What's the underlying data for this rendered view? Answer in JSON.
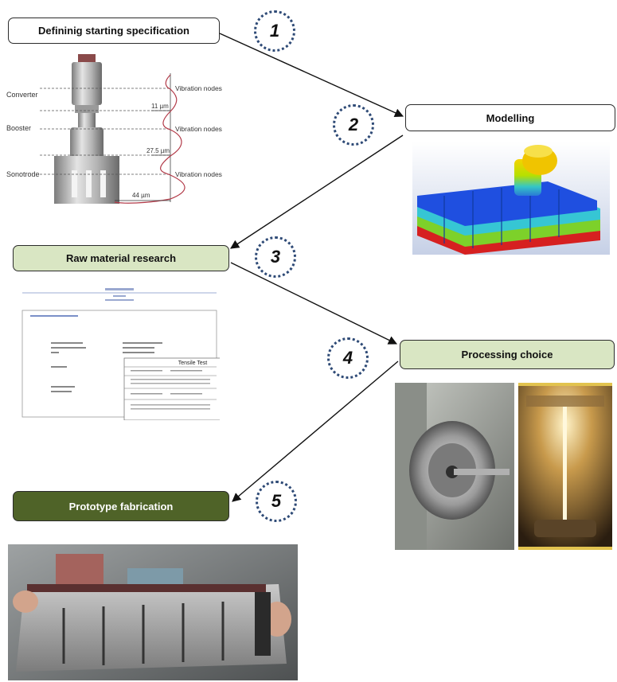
{
  "steps": [
    {
      "num": "1",
      "label": "Defininig starting specification"
    },
    {
      "num": "2",
      "label": "Modelling"
    },
    {
      "num": "3",
      "label": "Raw material research"
    },
    {
      "num": "4",
      "label": "Processing choice"
    },
    {
      "num": "5",
      "label": "Prototype fabrication"
    }
  ],
  "horn_diagram": {
    "parts": [
      "Converter",
      "Booster",
      "Sonotrode"
    ],
    "node_label": "Vibration nodes",
    "amplitudes": [
      "11 µm",
      "27.5 µm",
      "44 µm"
    ]
  },
  "datasheet": {
    "table_title": "Tensile Test"
  },
  "colors": {
    "box_white": "#ffffff",
    "box_green": "#d9e6c3",
    "box_dark": "#4f6328",
    "circle_dots": "#2e4a76",
    "connector": "#111111"
  }
}
